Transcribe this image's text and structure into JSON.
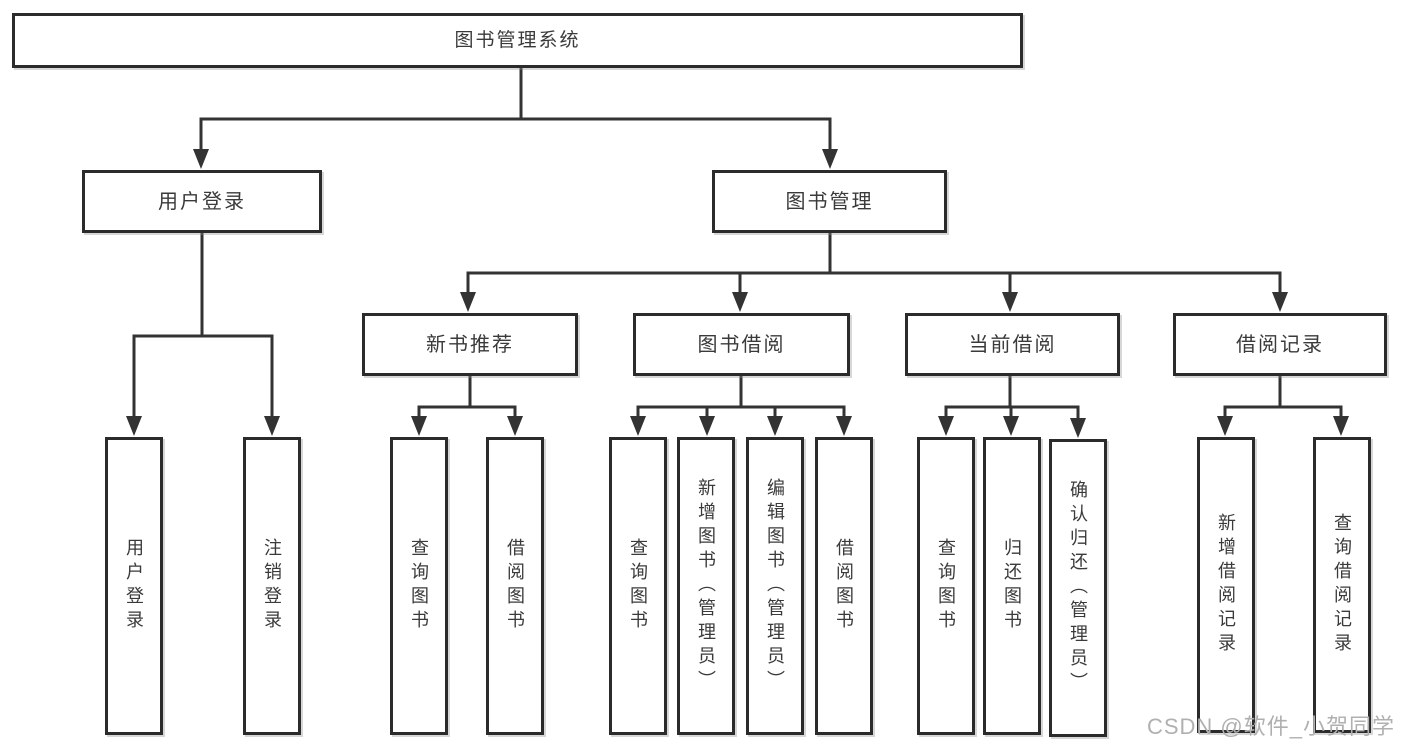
{
  "tree": {
    "label": "图书管理系统",
    "children": [
      {
        "label": "用户登录",
        "children": [
          {
            "label": "用户登录"
          },
          {
            "label": "注销登录"
          }
        ]
      },
      {
        "label": "图书管理",
        "children": [
          {
            "label": "新书推荐",
            "children": [
              {
                "label": "查询图书"
              },
              {
                "label": "借阅图书"
              }
            ]
          },
          {
            "label": "图书借阅",
            "children": [
              {
                "label": "查询图书"
              },
              {
                "label": "新增图书（管理员）"
              },
              {
                "label": "编辑图书（管理员）"
              },
              {
                "label": "借阅图书"
              }
            ]
          },
          {
            "label": "当前借阅",
            "children": [
              {
                "label": "查询图书"
              },
              {
                "label": "归还图书"
              },
              {
                "label": "确认归还（管理员）"
              }
            ]
          },
          {
            "label": "借阅记录",
            "children": [
              {
                "label": "新增借阅记录"
              },
              {
                "label": "查询借阅记录"
              }
            ]
          }
        ]
      }
    ]
  },
  "watermark": "CSDN @软件_小贺同学",
  "colors": {
    "line": "#333333",
    "border": "#2b2b2b",
    "text": "#3a3a3a",
    "watermark": "#b0b0b0",
    "background": "#ffffff"
  }
}
